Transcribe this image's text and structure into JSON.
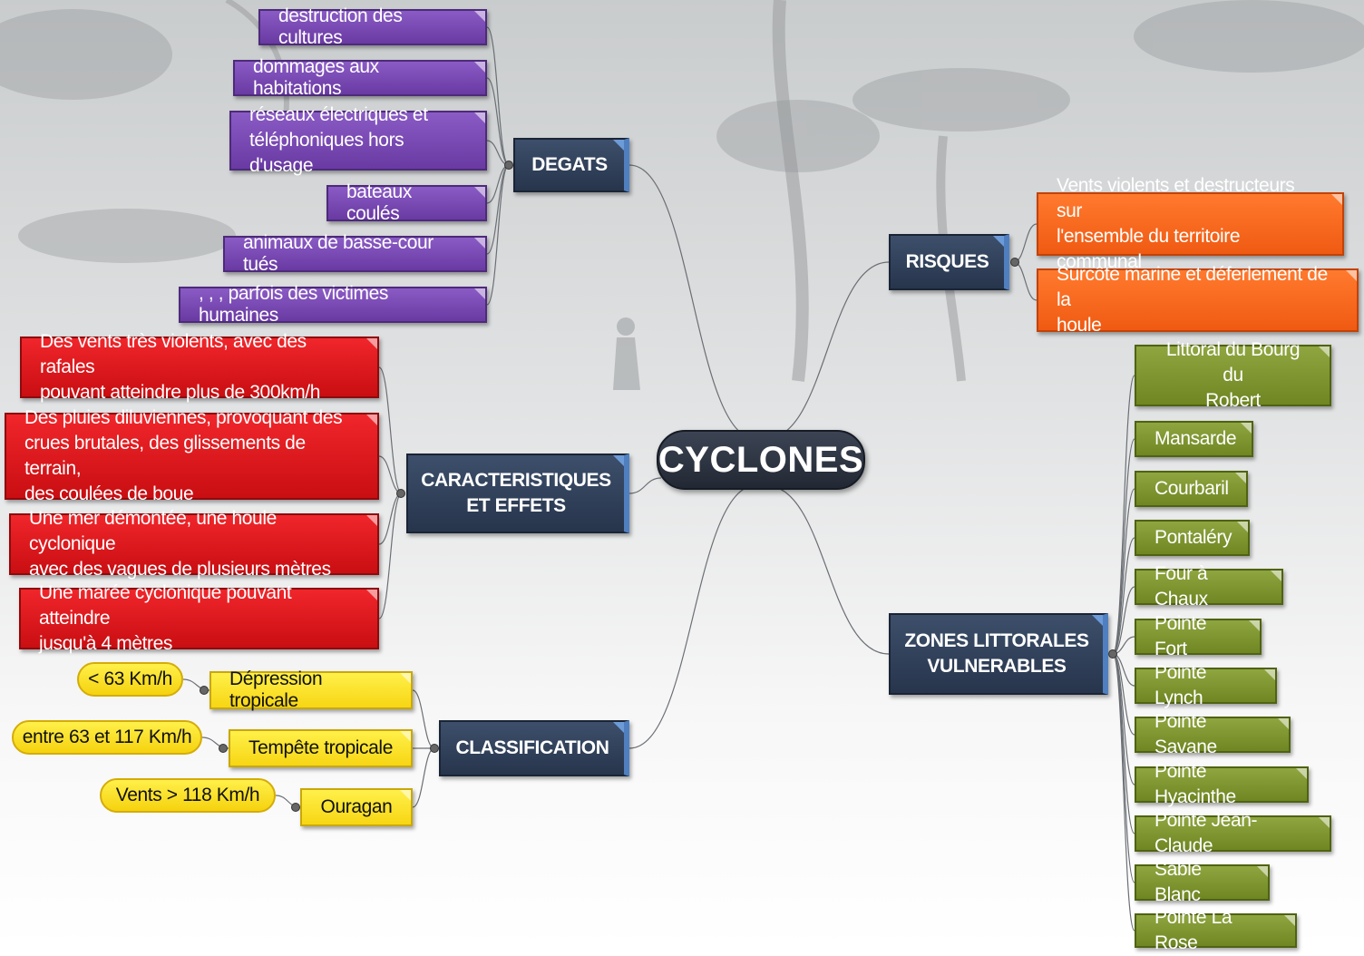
{
  "title": "CYCLONES",
  "colors": {
    "degats": "#7a4ab5",
    "caracteristiques": "#e01a1e",
    "classification": "#f7e02a",
    "risques": "#f76a20",
    "zones": "#7f9632",
    "hub": "#2f3e57"
  },
  "branches": {
    "degats": {
      "label": "DEGATS",
      "items": [
        "destruction des cultures",
        "dommages aux habitations",
        "réseaux électriques et\ntéléphoniques hors d'usage",
        "bateaux coulés",
        "animaux de basse-cour tués",
        ", , , parfois des victimes humaines"
      ]
    },
    "caracteristiques": {
      "label": "CARACTERISTIQUES\nET EFFETS",
      "items": [
        "Des vents très violents, avec des rafales\npouvant atteindre plus de 300km/h",
        "Des pluies diluviennes, provoquant des\ncrues brutales, des glissements de terrain,\ndes coulées de boue",
        "Une mer démontée, une houle cyclonique\navec des vagues de plusieurs mètres",
        "Une marée cyclonique pouvant atteindre\njusqu'à 4 mètres"
      ]
    },
    "classification": {
      "label": "CLASSIFICATION",
      "items": [
        {
          "label": "Dépression tropicale",
          "speed": "< 63 Km/h"
        },
        {
          "label": "Tempête tropicale",
          "speed": "entre 63 et 117 Km/h"
        },
        {
          "label": "Ouragan",
          "speed": "Vents > 118 Km/h"
        }
      ]
    },
    "risques": {
      "label": "RISQUES",
      "items": [
        "Vents violents et destructeurs sur\nl'ensemble du territoire communal",
        "Surcôte marine et déferlement de la\nhoule"
      ]
    },
    "zones": {
      "label": "ZONES LITTORALES\nVULNERABLES",
      "items": [
        "Littoral du Bourg du\nRobert",
        "Mansarde",
        "Courbaril",
        "Pontaléry",
        "Four à Chaux",
        "Pointe Fort",
        "Pointe Lynch",
        "Pointe Savane",
        "Pointe Hyacinthe",
        "Pointe Jean-Claude",
        "Sable Blanc",
        "Pointe La Rose"
      ]
    }
  }
}
